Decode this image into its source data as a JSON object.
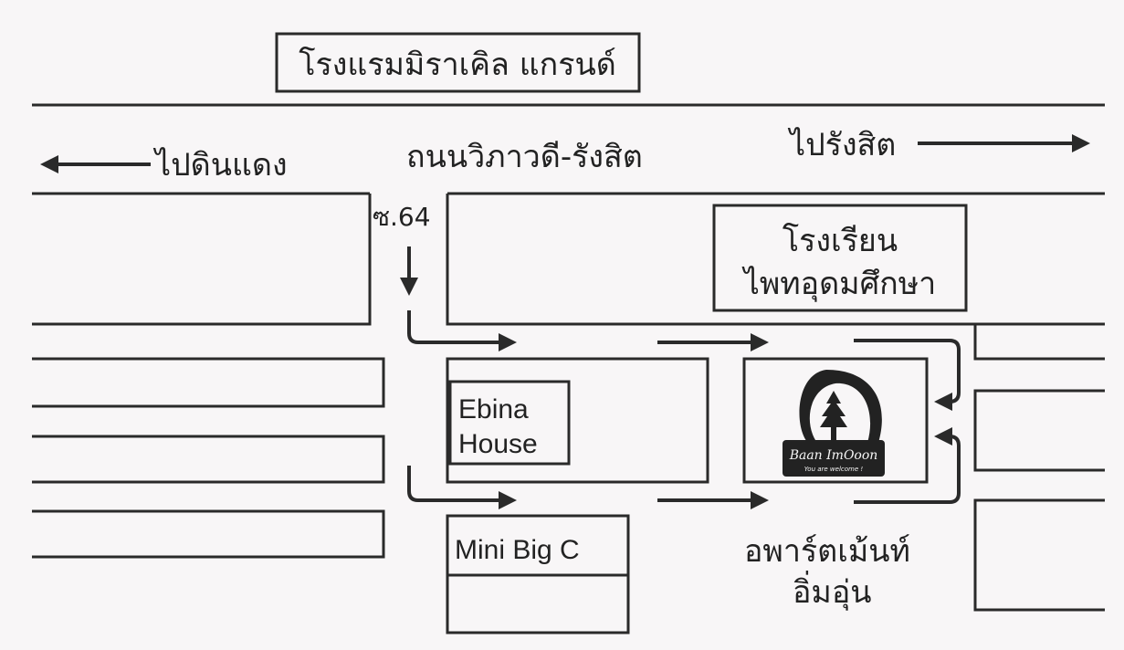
{
  "map": {
    "colors": {
      "ink": "#2a2a2a",
      "paper": "#f8f6f7"
    },
    "hotel_label": "โรงแรมมิราเคิล แกรนด์",
    "road_name": "ถนนวิภาวดี-รังสิต",
    "direction_left": "ไปดินแดง",
    "direction_right": "ไปรังสิต",
    "soi_label": "ซ.64",
    "school_label_line1": "โรงเรียน",
    "school_label_line2": "ไพทอุดมศึกษา",
    "ebina_line1": "Ebina",
    "ebina_line2": "House",
    "minibigc_label": "Mini Big C",
    "apartment_line1": "อพาร์ตเม้นท์",
    "apartment_line2": "อิ่มอุ่น",
    "logo": {
      "name": "Baan ImOoon",
      "tagline": "You are welcome !"
    }
  }
}
